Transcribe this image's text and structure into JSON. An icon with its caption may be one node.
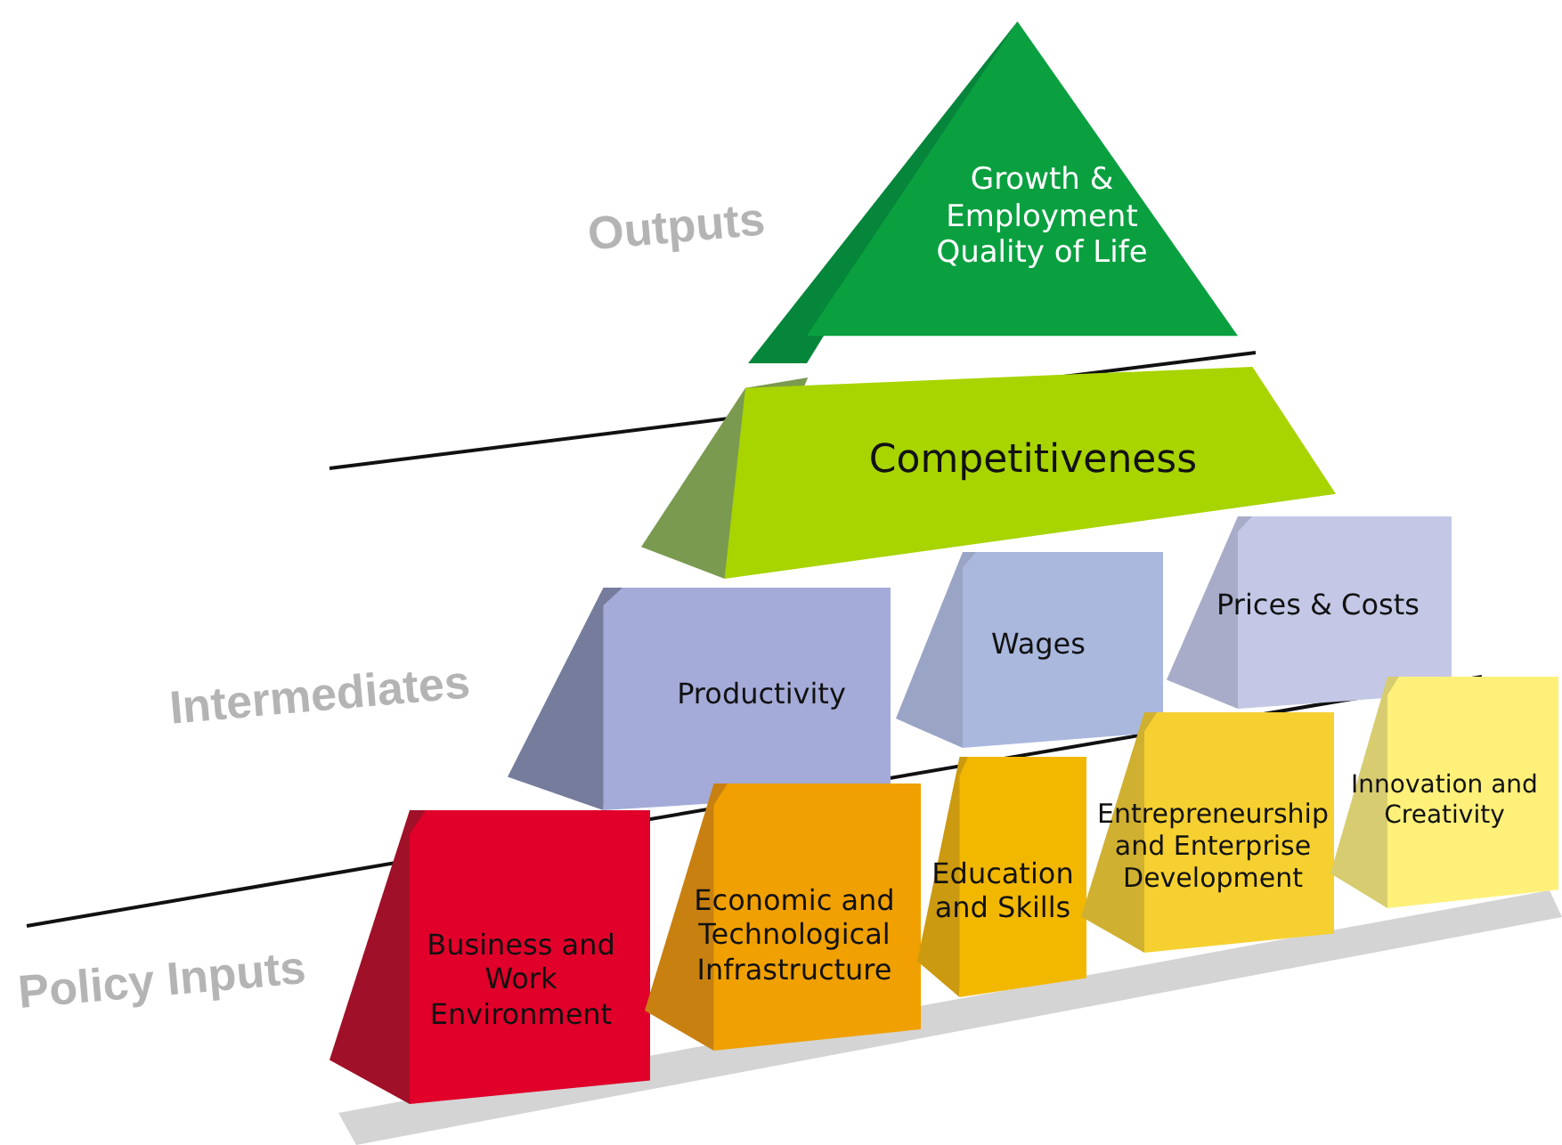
{
  "diagram": {
    "nodes": [
      {
        "text": [
          "Growth & Employment",
          "Quality of Life"
        ]
      },
      {
        "text": [
          "Competitiveness"
        ]
      },
      {
        "text": [
          "Productivity"
        ]
      },
      {
        "text": [
          "Wages"
        ]
      },
      {
        "text": [
          "Prices & Costs"
        ]
      },
      {
        "text": [
          "Business and Work Environment"
        ]
      },
      {
        "text": [
          "Economic and Technological Infrastructure"
        ]
      },
      {
        "text": [
          "Education and Skills"
        ]
      },
      {
        "text": [
          "Entrepreneurship and Enterprise Development"
        ]
      },
      {
        "text": [
          "Innovation and Creativity"
        ]
      }
    ],
    "labels": [
      "Outputs",
      "Intermediates",
      "Policy Inputs"
    ]
  }
}
